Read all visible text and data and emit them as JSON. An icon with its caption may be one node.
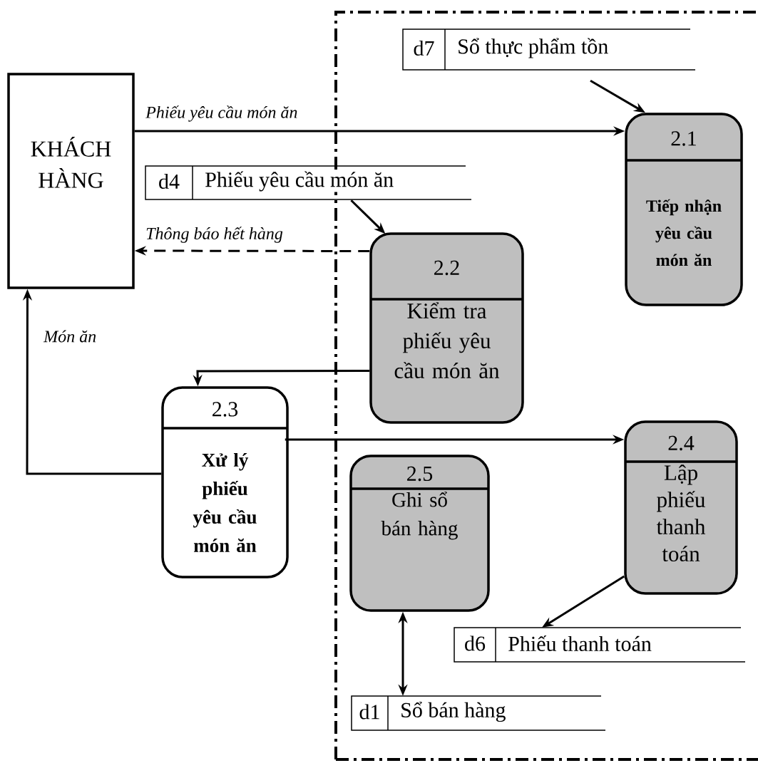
{
  "diagram": {
    "nodes": [
      {
        "text": [
          "KHÁCH HÀNG"
        ]
      },
      {
        "text": [
          "d7",
          "Sổ thực phẩm tồn"
        ]
      },
      {
        "text": [
          "2.1",
          "Tiếp nhận yêu cầu món ăn"
        ]
      },
      {
        "text": [
          "d4",
          "Phiếu yêu cầu món ăn"
        ]
      },
      {
        "text": [
          "2.2",
          "Kiểm tra phiếu yêu cầu món ăn"
        ]
      },
      {
        "text": [
          "2.3",
          "Xử lý phiếu yêu cầu món ăn"
        ]
      },
      {
        "text": [
          "2.4",
          "Lập phiếu thanh toán"
        ]
      },
      {
        "text": [
          "2.5",
          "Ghi sổ bán hàng"
        ]
      },
      {
        "text": [
          "d6",
          "Phiếu thanh toán"
        ]
      },
      {
        "text": [
          "d1",
          "Sổ bán hàng"
        ]
      }
    ],
    "edges": [
      {
        "from": 0,
        "to": 2,
        "arrow": "to",
        "label": "Phiếu yêu cầu món ăn"
      },
      {
        "from": 1,
        "to": 2,
        "arrow": "to"
      },
      {
        "from": 3,
        "to": 4,
        "arrow": "to"
      },
      {
        "from": 4,
        "to": 0,
        "arrow": "to",
        "style": "dashed",
        "label": "Thông báo hết hàng"
      },
      {
        "from": 4,
        "to": 5,
        "arrow": "to"
      },
      {
        "from": 5,
        "to": 0,
        "arrow": "to",
        "label": "Món ăn"
      },
      {
        "from": 5,
        "to": 6,
        "arrow": "to"
      },
      {
        "from": 6,
        "to": 8,
        "arrow": "to"
      },
      {
        "from": 7,
        "to": 9,
        "arrow": "both"
      }
    ]
  }
}
